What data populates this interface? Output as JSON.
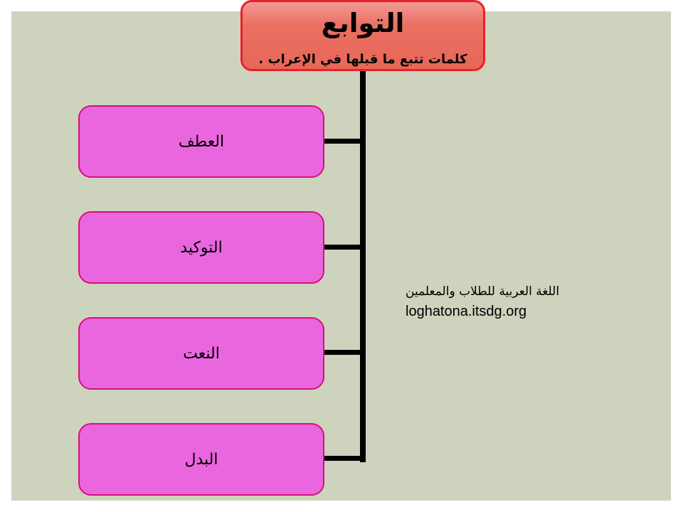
{
  "title": {
    "main": "التوابع",
    "subtitle": "كلمات تتبع ما قبلها في الإعراب ."
  },
  "items": [
    {
      "label": "العطف"
    },
    {
      "label": "التوكيد"
    },
    {
      "label": "النعت"
    },
    {
      "label": "البدل"
    }
  ],
  "watermark": {
    "arabic": "اللغة العربية للطلاب والمعلمين",
    "url": "loghatona.itsdg.org"
  },
  "colors": {
    "background": "#cdd3bd",
    "title_fill": "#e76758",
    "title_border": "#ee1d2a",
    "item_fill": "#ea66df",
    "item_border": "#d5107a",
    "connector": "#000000"
  }
}
